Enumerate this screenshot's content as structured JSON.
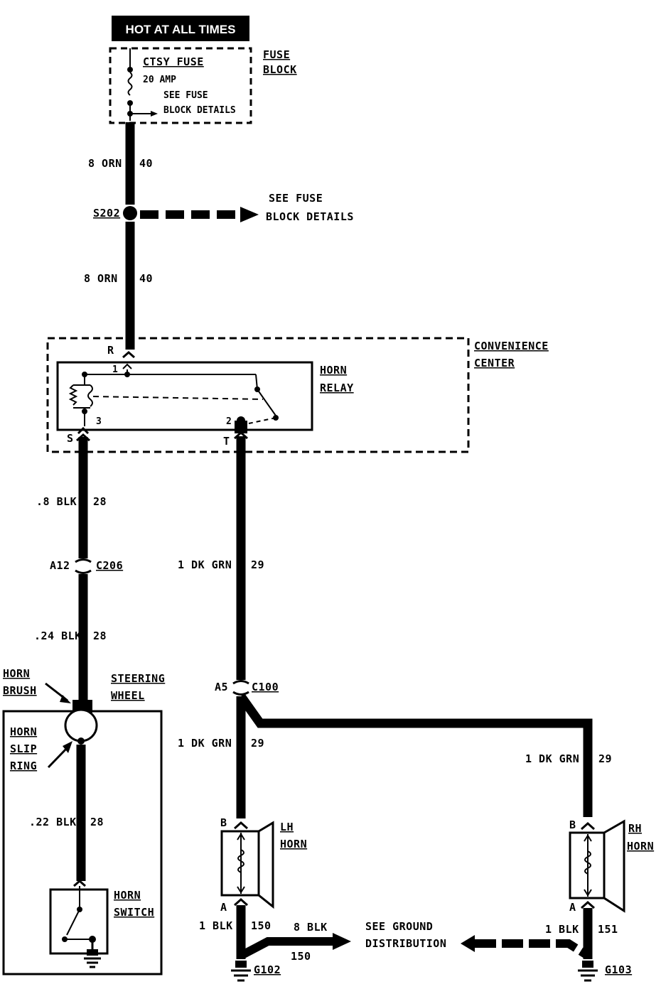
{
  "header": {
    "title": "HOT AT ALL TIMES"
  },
  "fuse_block": {
    "name_line1": "FUSE",
    "name_line2": "BLOCK",
    "fuse_name": "CTSY FUSE",
    "fuse_rating": "20 AMP",
    "note_line1": "SEE FUSE",
    "note_line2": "BLOCK DETAILS"
  },
  "splice": {
    "id": "S202",
    "note_line1": "SEE FUSE",
    "note_line2": "BLOCK DETAILS"
  },
  "wires": {
    "w1": {
      "gauge": "8 ORN",
      "circuit": "40"
    },
    "w2": {
      "gauge": "8 ORN",
      "circuit": "40"
    },
    "w3": {
      "gauge": ".8 BLK",
      "circuit": "28"
    },
    "w4": {
      "gauge": ".24 BLK",
      "circuit": "28"
    },
    "w5": {
      "gauge": ".22 BLK",
      "circuit": "28"
    },
    "w6": {
      "gauge": "1 DK GRN",
      "circuit": "29"
    },
    "w7": {
      "gauge": "1 DK GRN",
      "circuit": "29"
    },
    "w8": {
      "gauge": "1 DK GRN",
      "circuit": "29"
    },
    "w9": {
      "gauge": "1 BLK",
      "circuit": "150"
    },
    "w10": {
      "gauge": "8 BLK",
      "circuit": "150"
    },
    "w11": {
      "gauge": "1 BLK",
      "circuit": "151"
    }
  },
  "convenience_center": {
    "name_line1": "CONVENIENCE",
    "name_line2": "CENTER",
    "pin_r": "R",
    "pin_s": "S",
    "pin_t": "T"
  },
  "horn_relay": {
    "name_line1": "HORN",
    "name_line2": "RELAY",
    "term_1": "1",
    "term_2": "2",
    "term_3": "3"
  },
  "connectors": {
    "c206": {
      "id": "C206",
      "pin": "A12"
    },
    "c100": {
      "id": "C100",
      "pin": "A5"
    }
  },
  "steering": {
    "wheel_line1": "STEERING",
    "wheel_line2": "WHEEL",
    "brush_line1": "HORN",
    "brush_line2": "BRUSH",
    "slip_line1": "HORN",
    "slip_line2": "SLIP",
    "slip_line3": "RING",
    "switch_line1": "HORN",
    "switch_line2": "SWITCH"
  },
  "horns": {
    "lh_line1": "LH",
    "lh_line2": "HORN",
    "rh_line1": "RH",
    "rh_line2": "HORN",
    "lh_pin_b": "B",
    "lh_pin_a": "A",
    "rh_pin_b": "B",
    "rh_pin_a": "A"
  },
  "ground": {
    "note_line1": "SEE GROUND",
    "note_line2": "DISTRIBUTION",
    "g102": "G102",
    "g103": "G103"
  }
}
